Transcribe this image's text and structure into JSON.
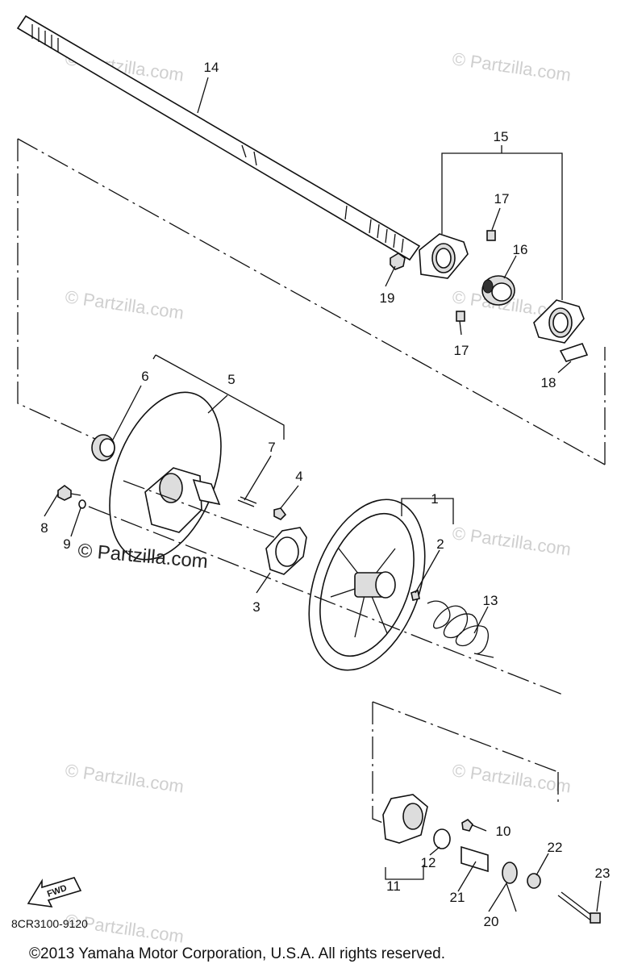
{
  "callouts": {
    "c1": "1",
    "c2": "2",
    "c3": "3",
    "c4": "4",
    "c5": "5",
    "c6": "6",
    "c7": "7",
    "c8": "8",
    "c9": "9",
    "c10": "10",
    "c11": "11",
    "c12": "12",
    "c13": "13",
    "c14": "14",
    "c15": "15",
    "c16": "16",
    "c17a": "17",
    "c17b": "17",
    "c18": "18",
    "c19": "19",
    "c20": "20",
    "c21": "21",
    "c22": "22",
    "c23": "23"
  },
  "watermarks": {
    "w1": "© Partzilla.com",
    "w2": "© Partzilla.com",
    "w3": "© Partzilla.com",
    "w4": "© Partzilla.com",
    "w5": "© Partzilla.com",
    "w6": "© Partzilla.com",
    "w7": "© Partzilla.com",
    "w8": "© Partzilla.com",
    "main": "© Partzilla.com"
  },
  "fwd_label": "FWD",
  "diagram_code": "8CR3100-9120",
  "copyright": "©2013 Yamaha Motor Corporation, U.S.A. All rights reserved."
}
